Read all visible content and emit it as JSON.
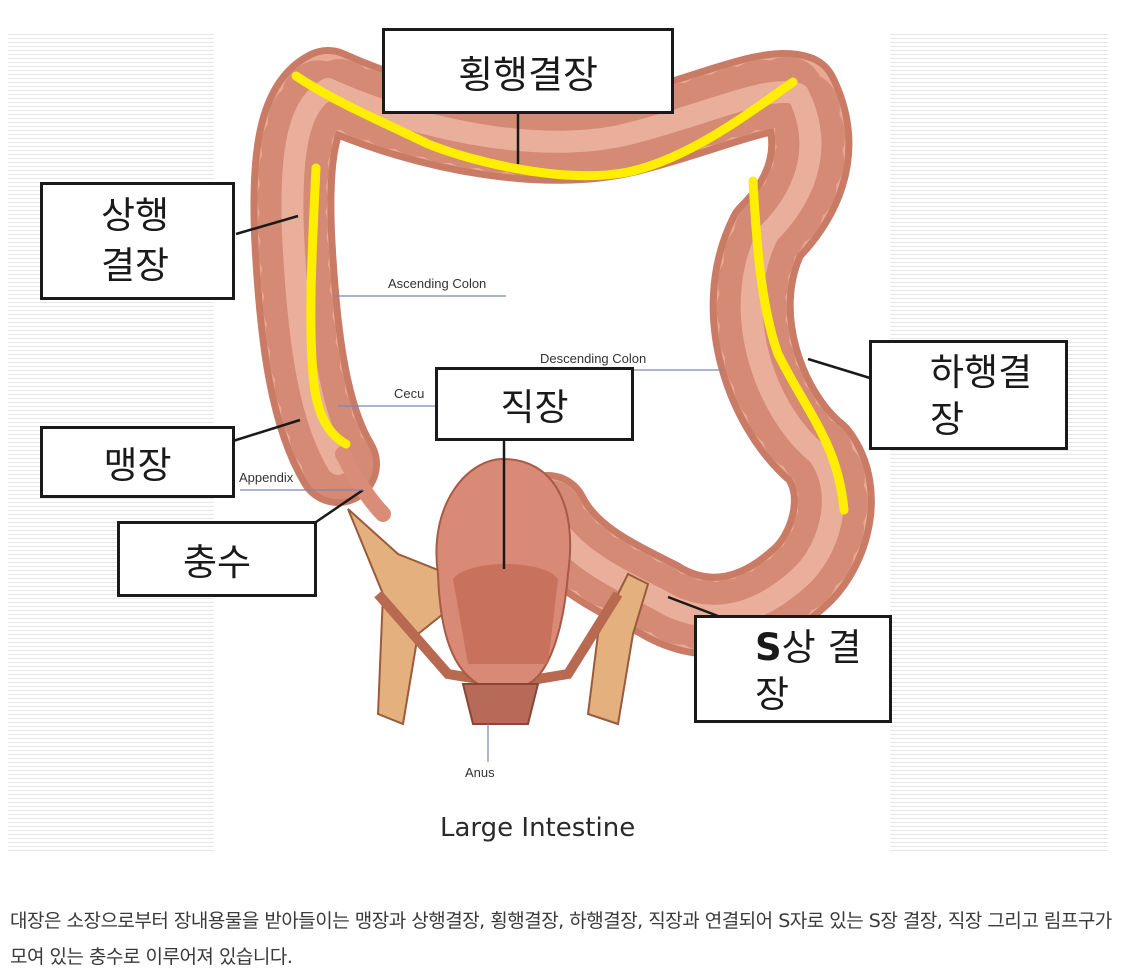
{
  "figure": {
    "title": "Large Intestine",
    "anatomy_labels": {
      "ascending": "Ascending Colon",
      "descending": "Descending Colon",
      "cecum": "Cecu",
      "appendix": "Appendix",
      "anus": "Anus"
    },
    "korean_labels": {
      "transverse": "횡행결장",
      "ascending_line1": "상행",
      "ascending_line2": "결장",
      "descending_line1": "하행결",
      "descending_line2": "장",
      "cecum": "맹장",
      "appendix": "충수",
      "rectum": "직장",
      "sigmoid_s": "S",
      "sigmoid_rest": "상 결",
      "sigmoid_line2": "장"
    },
    "colors": {
      "highlight": "#ffee00",
      "colon": "#e9a48e",
      "box_border": "#1a1a1a"
    }
  },
  "caption": "대장은 소장으로부터 장내용물을 받아들이는 맹장과 상행결장, 횡행결장, 하행결장, 직장과 연결되어 S자로 있는 S장 결장, 직장 그리고 림프구가 모여 있는 충수로 이루어져 있습니다."
}
